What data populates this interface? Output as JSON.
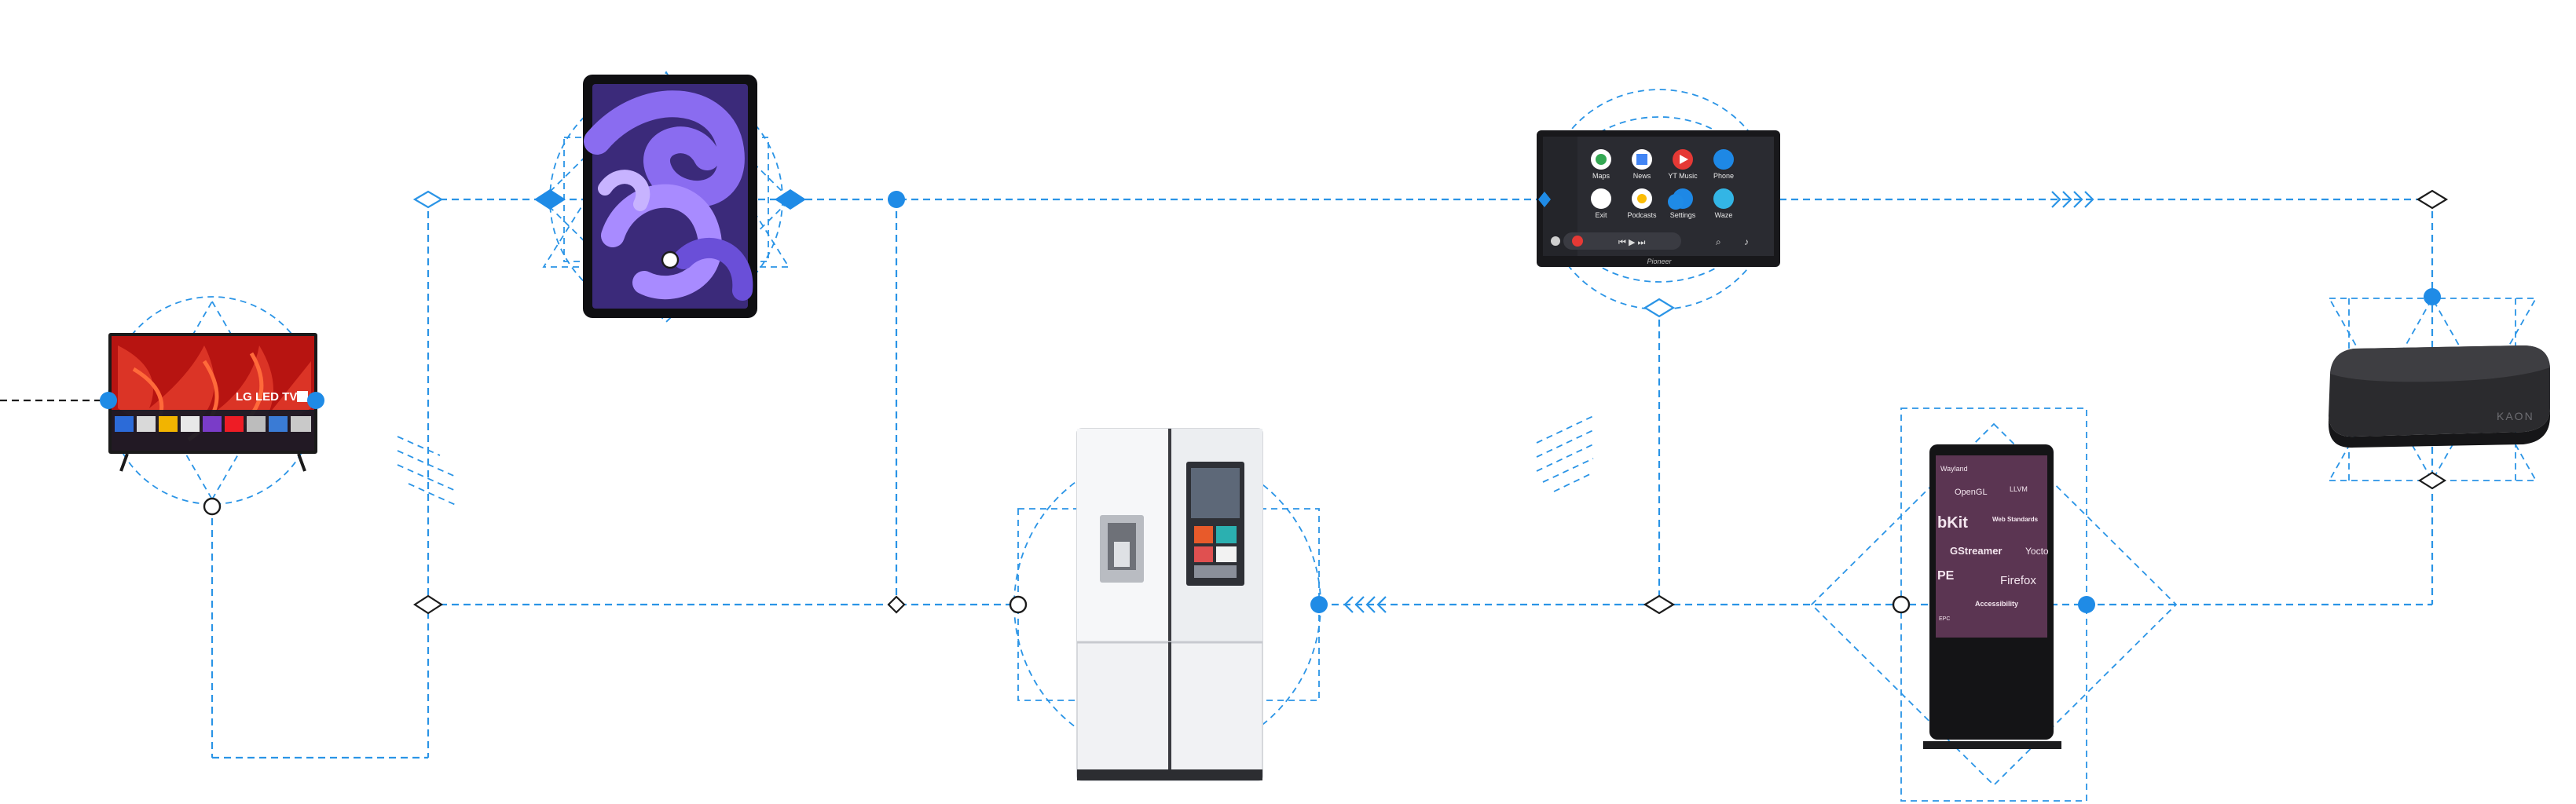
{
  "tv": {
    "brand_text": "LG LED TV"
  },
  "car_display": {
    "apps": [
      "Maps",
      "News",
      "YT Music",
      "Phone",
      "Exit",
      "Podcasts",
      "Settings",
      "Waze"
    ],
    "brand": "Pioneer"
  },
  "set_top_box": {
    "brand": "KAON"
  },
  "kiosk": {
    "words": [
      "Wayland",
      "OpenGL",
      "LLVM",
      "bKit",
      "Web Standards",
      "GStreamer",
      "Yocto",
      "PE",
      "Firefox",
      "Accessibility",
      "EPC"
    ]
  },
  "colors": {
    "connector": "#2a94e6",
    "node": "#1f8be6",
    "outline": "#1c1c1c"
  }
}
